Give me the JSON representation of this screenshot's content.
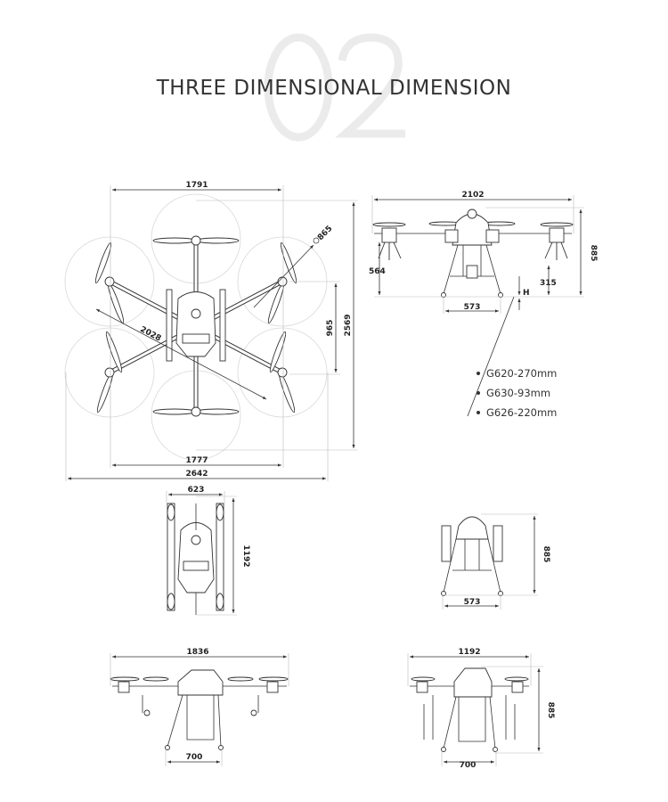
{
  "header": {
    "section_number": "02",
    "title": "THREE DIMENSIONAL DIMENSION"
  },
  "top_view": {
    "width_top": "1791",
    "width_bottom": "1777",
    "overall_width": "2642",
    "overall_length": "2569",
    "arm_spacing": "965",
    "diagonal": "2028",
    "rotor_diameter": "865"
  },
  "front_view": {
    "width": "2102",
    "height": "885",
    "nozzle_height": "564",
    "tank_clearance": "315",
    "leg_spacing": "573",
    "clearance_label": "H",
    "clearance_options": [
      "G620-270mm",
      "G630-93mm",
      "G626-220mm"
    ]
  },
  "folded_top_view": {
    "width": "623",
    "length": "1192"
  },
  "folded_front_view": {
    "height": "885",
    "leg_spacing": "573"
  },
  "side_view_unfolded": {
    "width": "1836",
    "leg_spacing": "700"
  },
  "side_view_folded": {
    "width": "1192",
    "height": "885",
    "leg_spacing": "700"
  }
}
